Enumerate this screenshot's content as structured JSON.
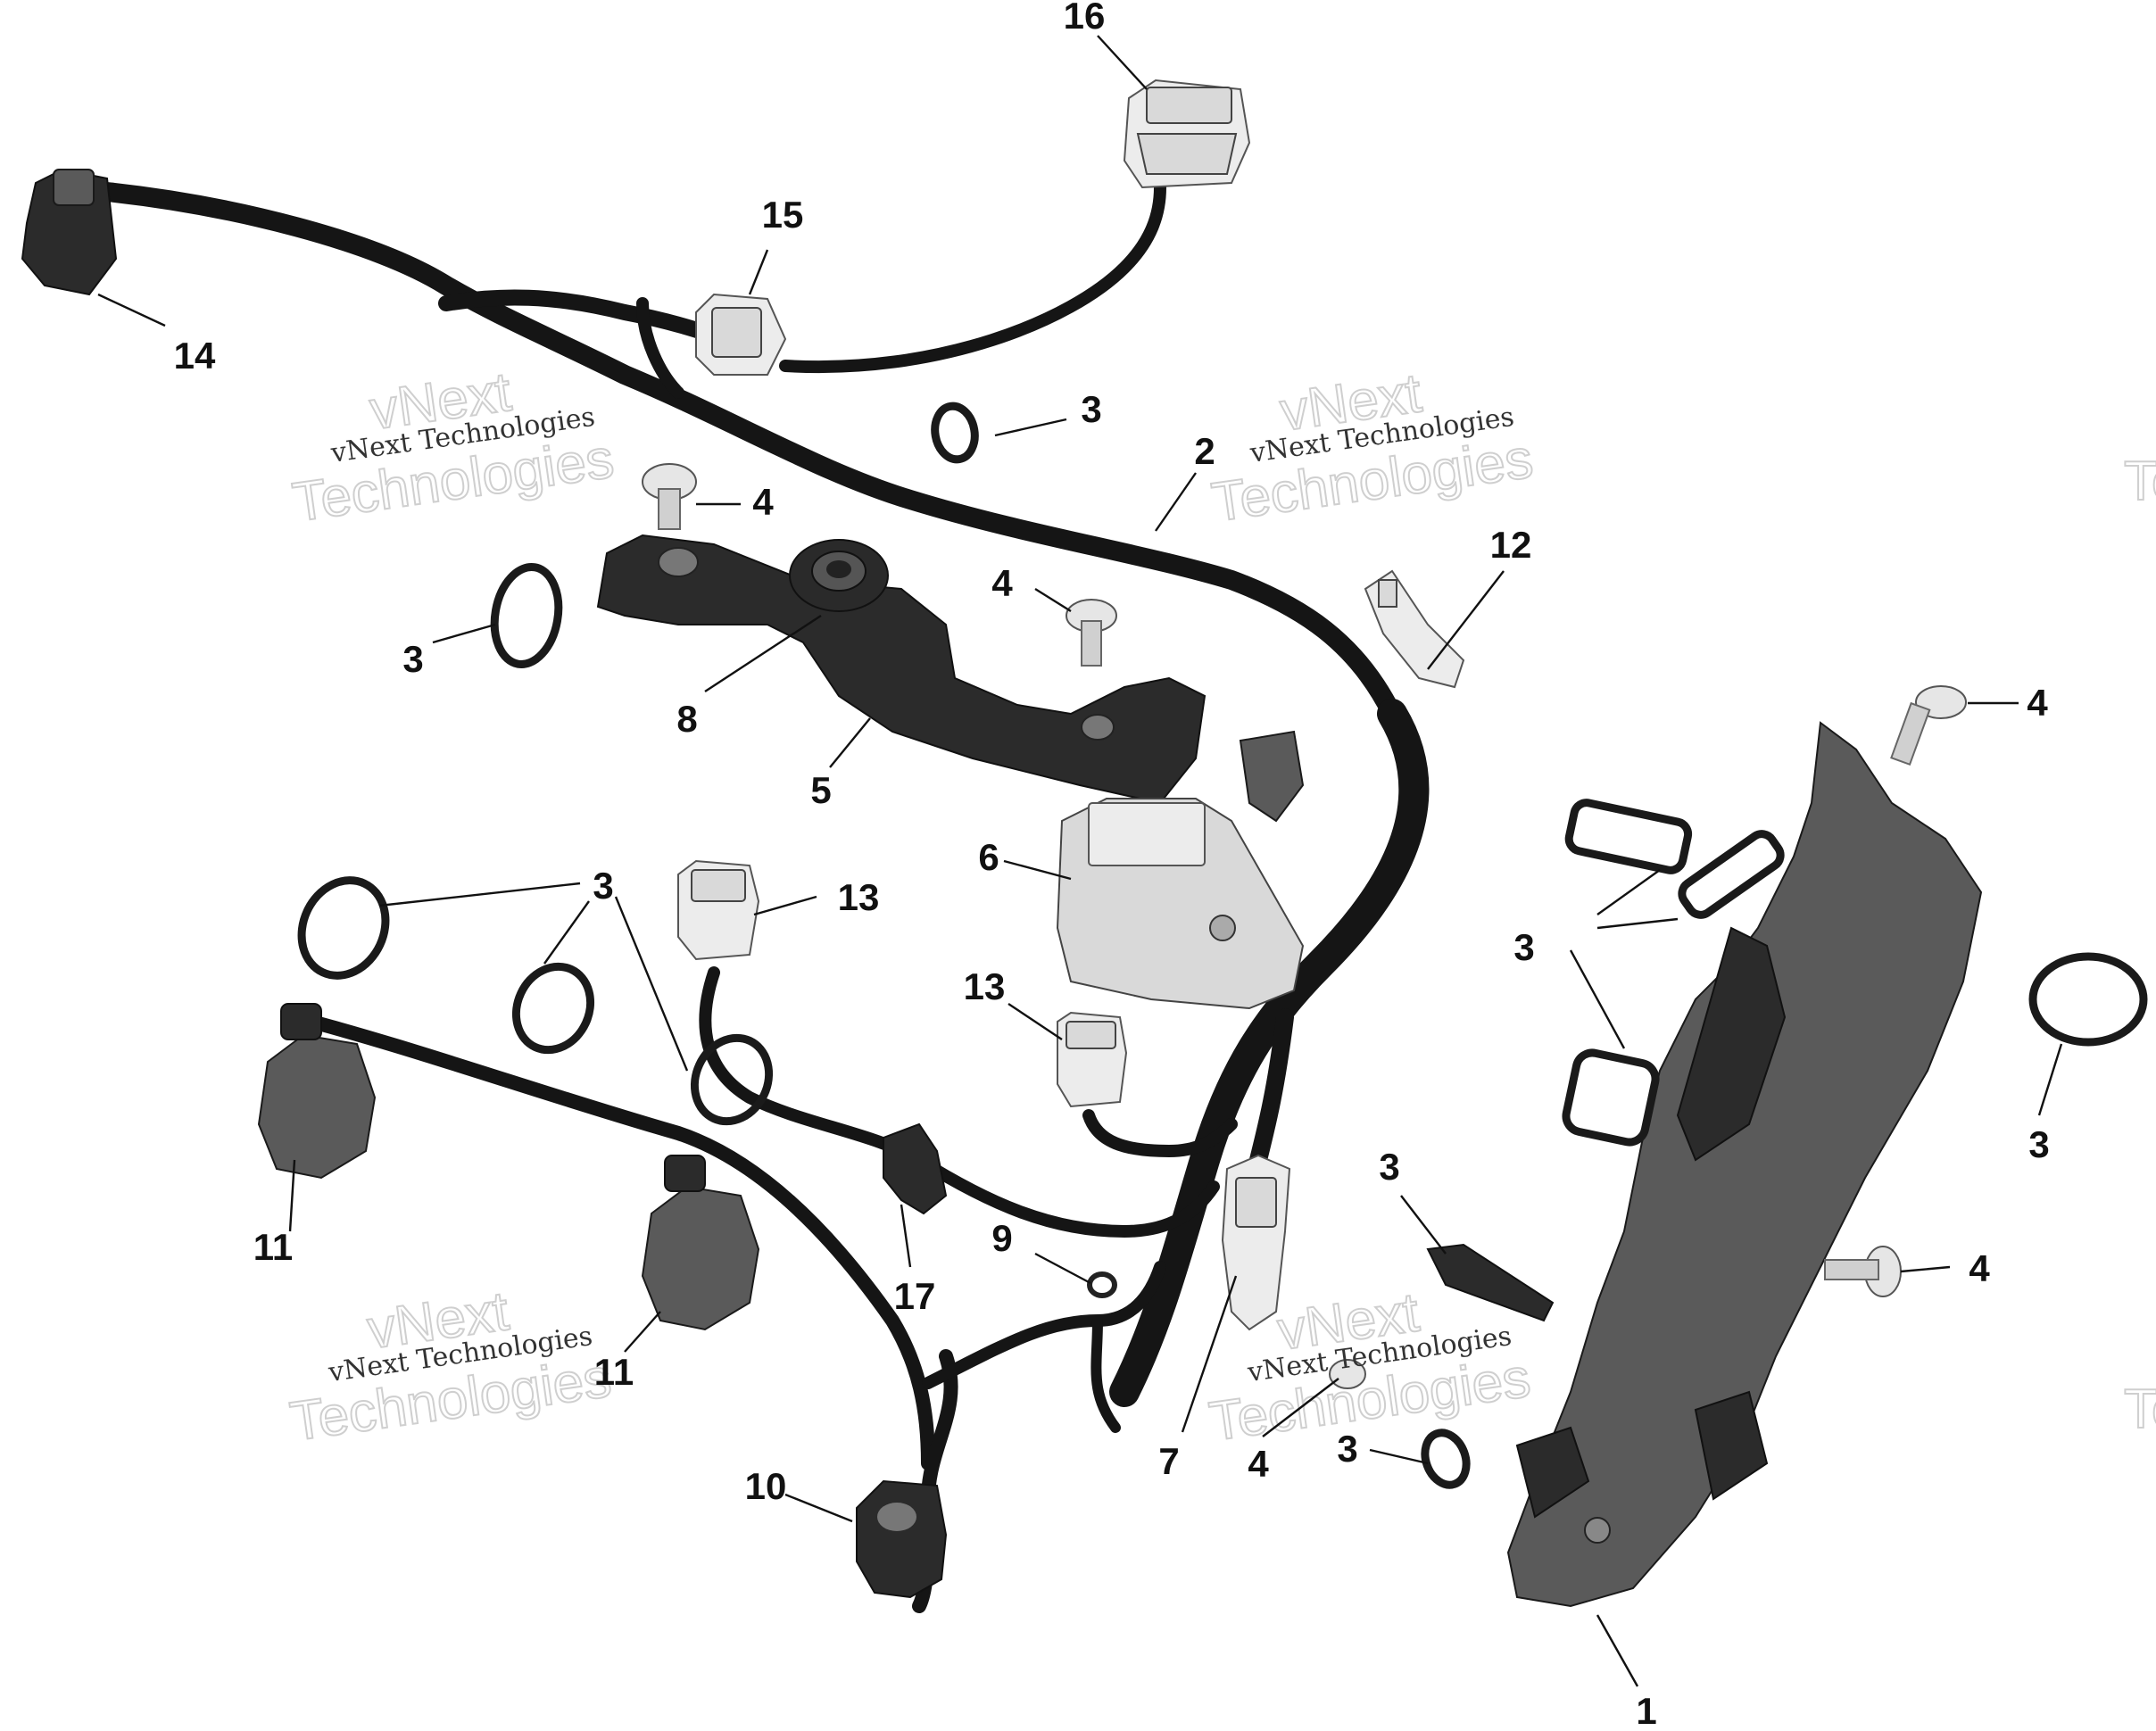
{
  "callouts": [
    "1",
    "2",
    "3",
    "4",
    "5",
    "6",
    "7",
    "8",
    "9",
    "10",
    "11",
    "12",
    "13",
    "14",
    "15",
    "16",
    "17"
  ],
  "watermark": {
    "line1": "vNext Technologies",
    "line2": "vNext",
    "line3": "Technologies"
  }
}
